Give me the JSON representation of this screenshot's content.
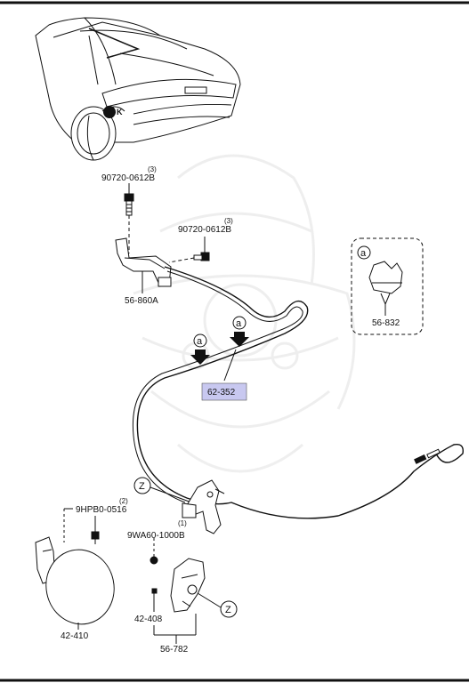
{
  "diagram": {
    "part_labels": {
      "bolt_upper": "90720-0612B",
      "bolt_upper_qty": "(3)",
      "bolt_lower": "90720-0612B",
      "bolt_lower_qty": "(3)",
      "bracket": "56-860A",
      "clip": "56-832",
      "cable": "62-352",
      "screw": "9HPB0-0516",
      "screw_qty": "(2)",
      "latch_screw": "9WA60-1000B",
      "latch_screw_qty": "(1)",
      "lid": "42-410",
      "latch_part": "42-408",
      "latch_assembly": "56-782"
    },
    "callouts": {
      "a_clip": "a",
      "a_cable_1": "a",
      "a_cable_2": "a",
      "z_upper": "Z",
      "z_lower": "Z"
    },
    "highlight_color": "#c8c8f0",
    "line_color": "#111111"
  }
}
